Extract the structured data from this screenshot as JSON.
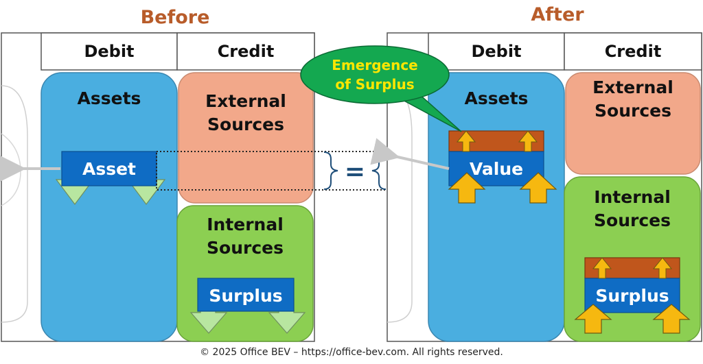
{
  "before": {
    "title": "Before",
    "header": {
      "debit": "Debit",
      "credit": "Credit"
    },
    "assets": "Assets",
    "external": [
      "External",
      "Sources"
    ],
    "internal": [
      "Internal",
      "Sources"
    ],
    "asset_box": "Asset",
    "surplus_box": "Surplus"
  },
  "after": {
    "title": "After",
    "header": {
      "debit": "Debit",
      "credit": "Credit"
    },
    "assets": "Assets",
    "external": [
      "External",
      "Sources"
    ],
    "internal": [
      "Internal",
      "Sources"
    ],
    "value_box": "Value",
    "surplus_box": "Surplus"
  },
  "callout": [
    "Emergence",
    "of Surplus"
  ],
  "equals": "=",
  "footer": "© 2025 Office BEV – https://office-bev.com. All rights reserved.",
  "colors": {
    "title": "#b85c2a",
    "assets": "#4aaee0",
    "external": "#f2a88a",
    "internal": "#8ccf52",
    "box": "#0f6cc4",
    "surplus_layer": "#c0561c",
    "up_arrow": "#f6b810",
    "down_arrow": "#b8e6a0",
    "callout": "#14a850",
    "callout_text": "#ffe600"
  }
}
